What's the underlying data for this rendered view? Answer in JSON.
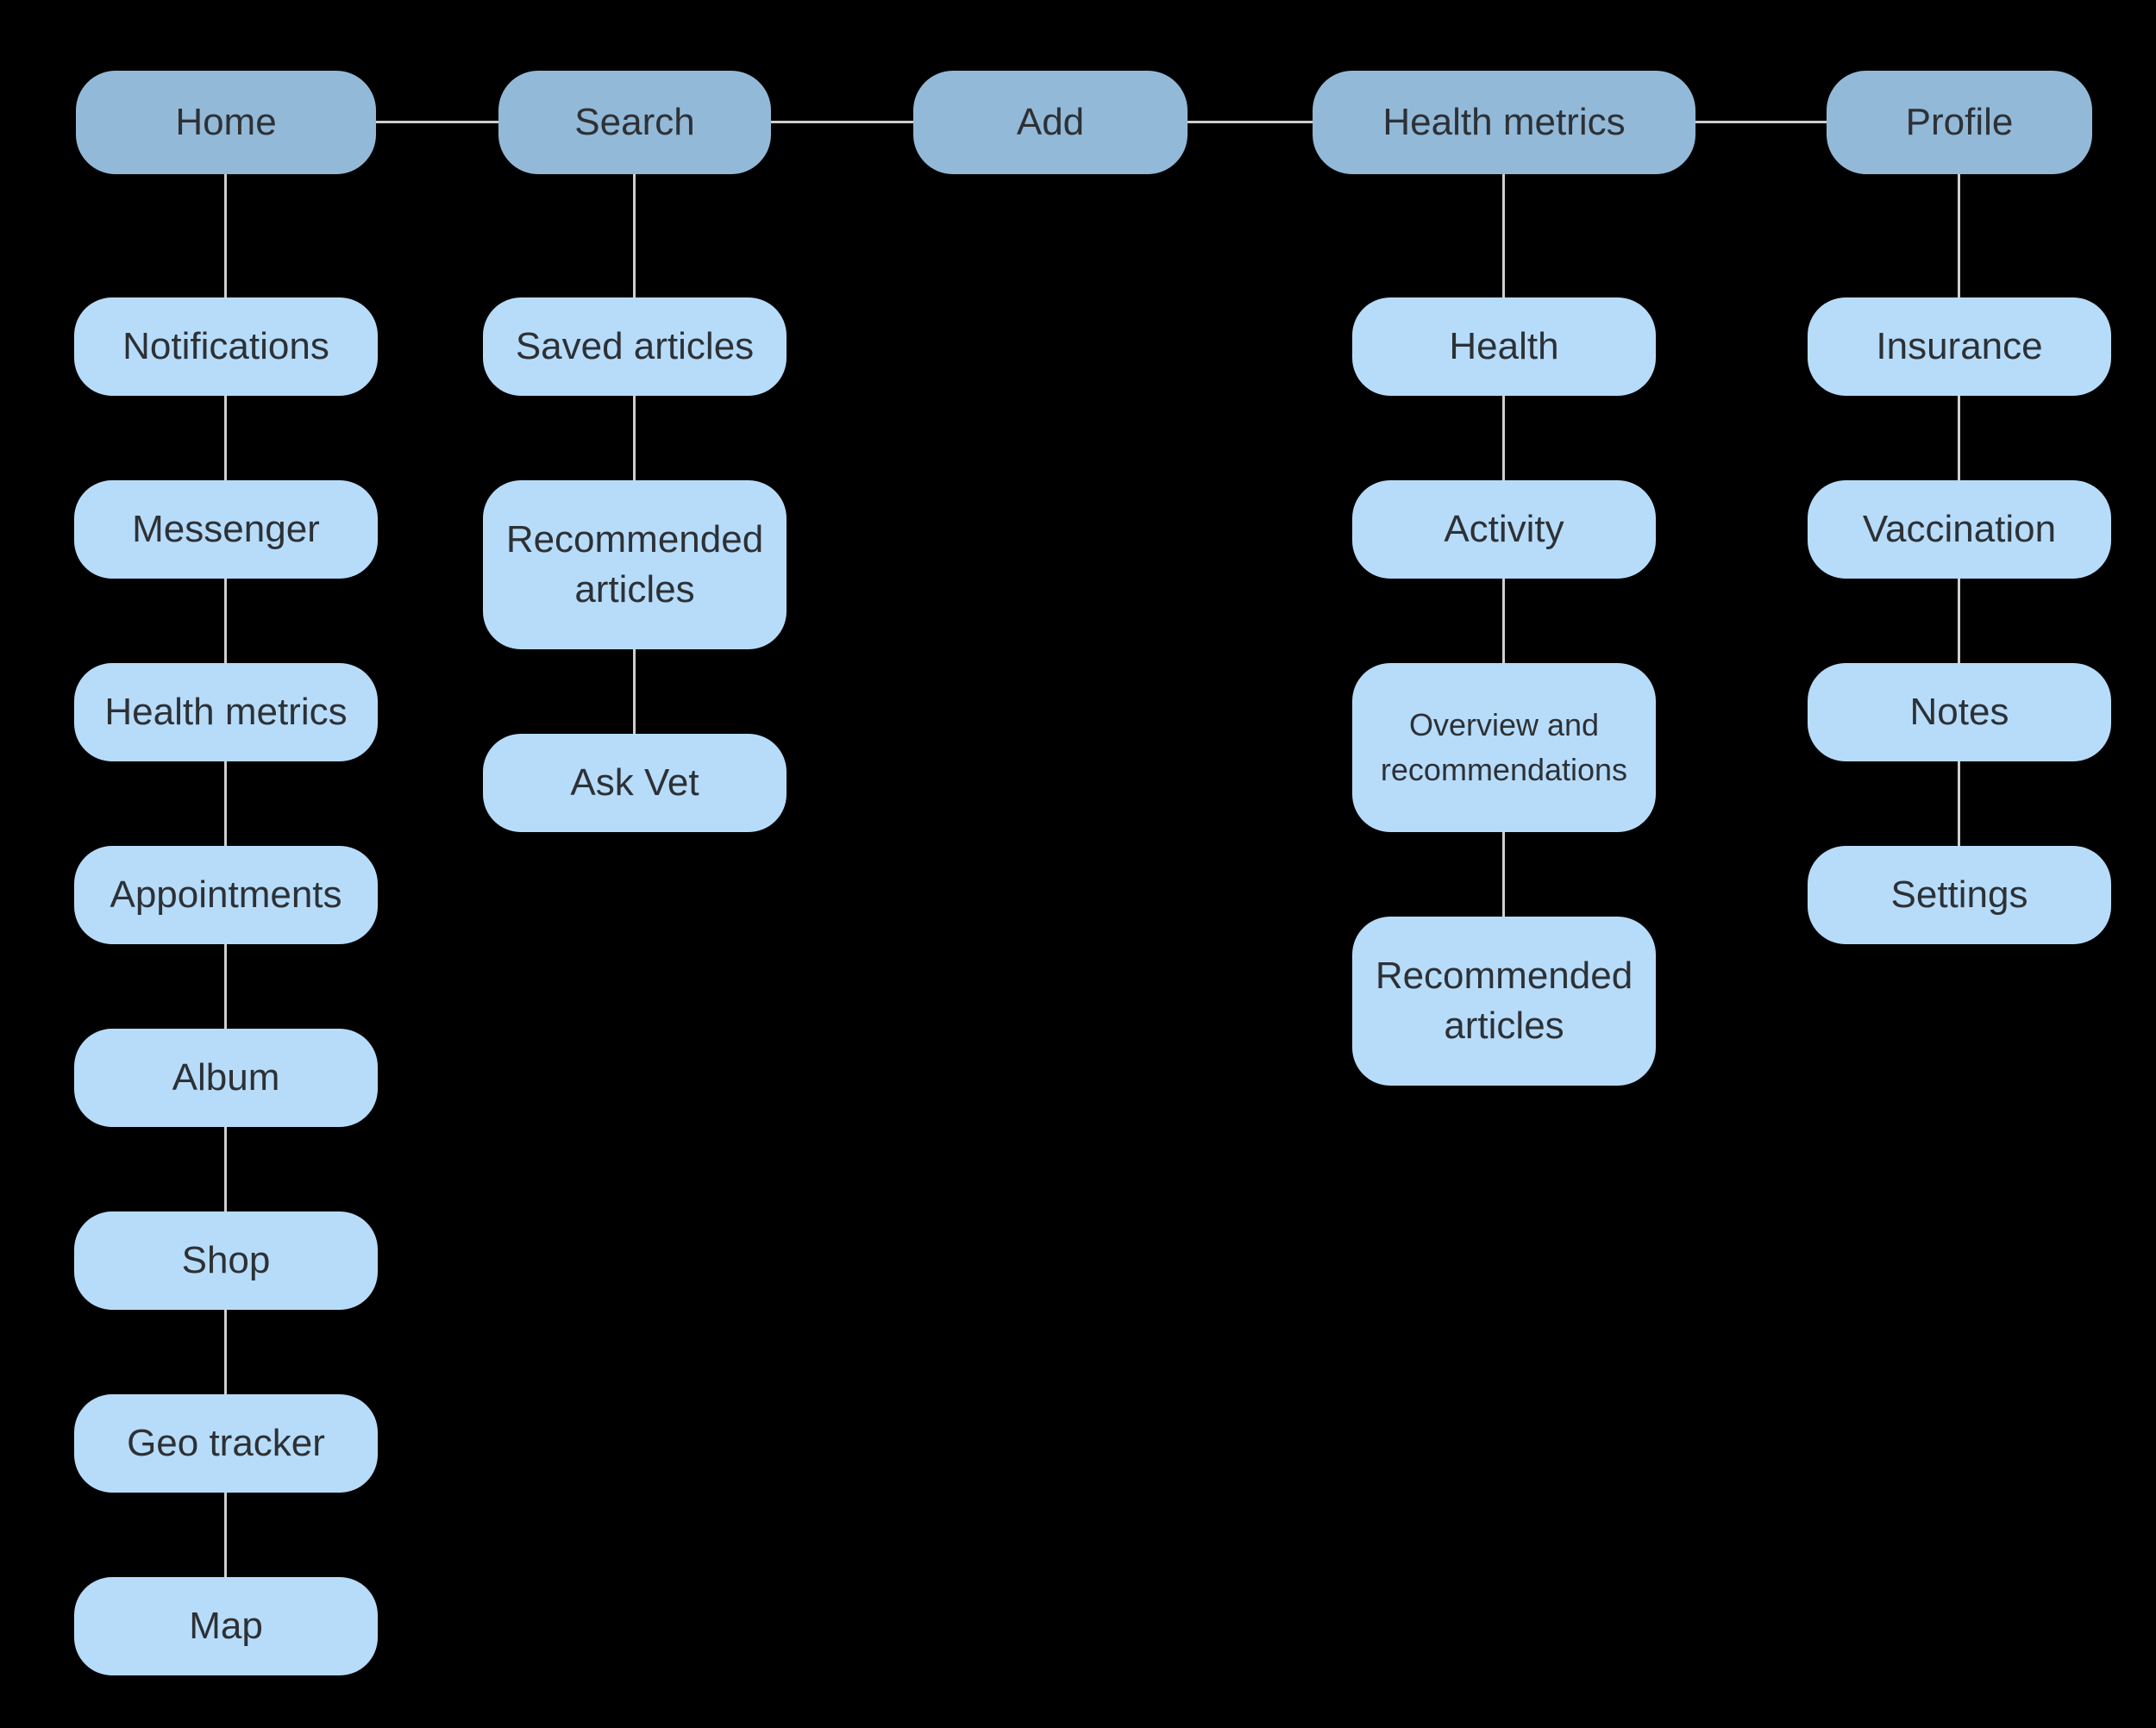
{
  "colors": {
    "background": "#000000",
    "root_fill": "#93B9D8",
    "child_fill": "#B7DCFA",
    "text": "#2D3135",
    "connector": "#CFCFCF"
  },
  "columns": [
    {
      "root": {
        "label": "Home"
      },
      "children": [
        {
          "label": "Notifications"
        },
        {
          "label": "Messenger"
        },
        {
          "label": "Health metrics"
        },
        {
          "label": "Appointments"
        },
        {
          "label": "Album"
        },
        {
          "label": "Shop"
        },
        {
          "label": "Geo tracker"
        },
        {
          "label": "Map"
        }
      ]
    },
    {
      "root": {
        "label": "Search"
      },
      "children": [
        {
          "label": "Saved articles"
        },
        {
          "label": "Recommended articles"
        },
        {
          "label": "Ask Vet"
        }
      ]
    },
    {
      "root": {
        "label": "Add"
      },
      "children": []
    },
    {
      "root": {
        "label": "Health metrics"
      },
      "children": [
        {
          "label": "Health"
        },
        {
          "label": "Activity"
        },
        {
          "label": "Overview and recommendations"
        },
        {
          "label": "Recommended articles"
        }
      ]
    },
    {
      "root": {
        "label": "Profile"
      },
      "children": [
        {
          "label": "Insurance"
        },
        {
          "label": "Vaccination"
        },
        {
          "label": "Notes"
        },
        {
          "label": "Settings"
        }
      ]
    }
  ]
}
